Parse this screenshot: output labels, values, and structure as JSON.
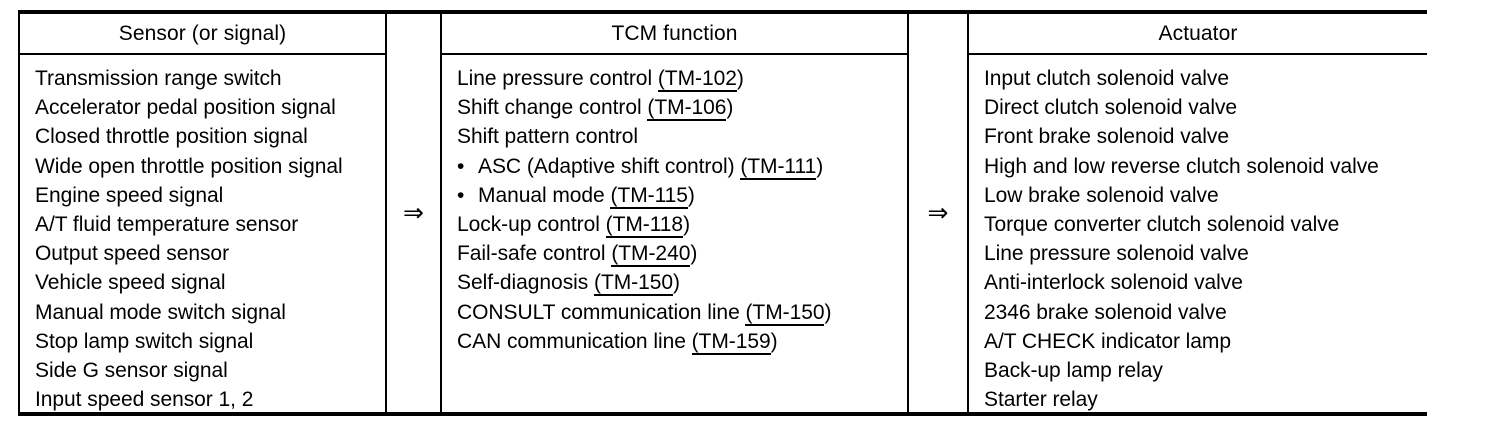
{
  "table": {
    "columns": [
      {
        "id": "sensor",
        "header": "Sensor (or signal)",
        "rows": [
          {
            "text": "Transmission range switch"
          },
          {
            "text": "Accelerator pedal position signal"
          },
          {
            "text": "Closed throttle position signal"
          },
          {
            "text": "Wide open throttle position signal"
          },
          {
            "text": "Engine speed signal"
          },
          {
            "text": "A/T fluid temperature sensor"
          },
          {
            "text": "Output speed sensor"
          },
          {
            "text": "Vehicle speed signal"
          },
          {
            "text": "Manual mode switch signal"
          },
          {
            "text": "Stop lamp switch signal"
          },
          {
            "text": "Side G sensor signal"
          },
          {
            "text": "Input speed sensor 1, 2"
          }
        ]
      },
      {
        "id": "tcm",
        "header": "TCM function",
        "rows": [
          {
            "text": "Line pressure control ",
            "ref": "TM-102",
            "bullet": false
          },
          {
            "text": "Shift change control ",
            "ref": "TM-106",
            "bullet": false
          },
          {
            "text": "Shift pattern control",
            "ref": "",
            "bullet": false
          },
          {
            "text": "ASC (Adaptive shift control) ",
            "ref": "TM-111",
            "bullet": true
          },
          {
            "text": "Manual mode ",
            "ref": "TM-115",
            "bullet": true
          },
          {
            "text": "Lock-up control ",
            "ref": "TM-118",
            "bullet": false
          },
          {
            "text": "Fail-safe control ",
            "ref": "TM-240",
            "bullet": false
          },
          {
            "text": "Self-diagnosis ",
            "ref": "TM-150",
            "bullet": false
          },
          {
            "text": "CONSULT communication line ",
            "ref": "TM-150",
            "bullet": false
          },
          {
            "text": "CAN communication line ",
            "ref": "TM-159",
            "bullet": false
          }
        ]
      },
      {
        "id": "actuator",
        "header": "Actuator",
        "rows": [
          {
            "text": "Input clutch solenoid valve"
          },
          {
            "text": "Direct clutch solenoid valve"
          },
          {
            "text": "Front brake solenoid valve"
          },
          {
            "text": "High and low reverse clutch solenoid valve"
          },
          {
            "text": "Low brake solenoid valve"
          },
          {
            "text": "Torque converter clutch solenoid valve"
          },
          {
            "text": "Line pressure solenoid valve"
          },
          {
            "text": "Anti-interlock solenoid valve"
          },
          {
            "text": "2346 brake solenoid valve"
          },
          {
            "text": "A/T CHECK indicator lamp"
          },
          {
            "text": "Back-up lamp relay"
          },
          {
            "text": "Starter relay"
          }
        ]
      }
    ],
    "flow_arrows": [
      {
        "id": "arrow-1",
        "glyph": "⇒",
        "name": "double-right-arrow-icon"
      },
      {
        "id": "arrow-2",
        "glyph": "⇒",
        "name": "double-right-arrow-icon"
      }
    ]
  },
  "colors": {
    "ink": "#000000",
    "paper": "#ffffff"
  }
}
